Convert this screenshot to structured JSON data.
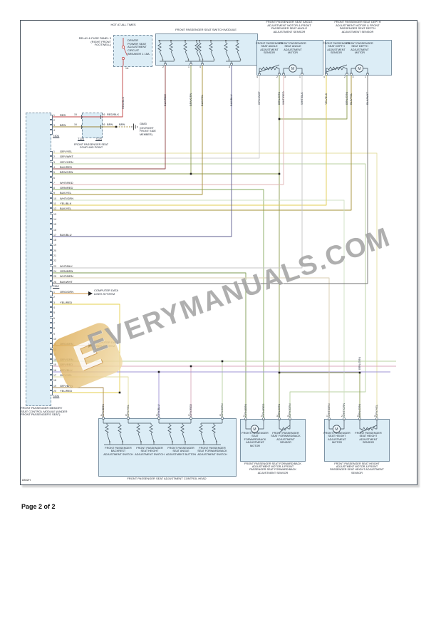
{
  "page": {
    "footer": "Page 2 of 2",
    "diagram_id": "8302H"
  },
  "watermark": {
    "text": "EVERYMANUALS.COM",
    "logo_letter": "E"
  },
  "data_lines": {
    "label": "COMPUTER DATA LINES SYSTEM"
  },
  "symbols": {
    "motor_letter": "M"
  },
  "fuse_panel": {
    "hot_label": "HOT AT ALL TIMES",
    "location_label": "RELAY & FUSE PANEL 3 (RIGHT FRONT FOOTWELL)",
    "breaker_label": "DRIVER POWER SEAT ADJUSTMENT CIRCUIT BREAKER 1 15A",
    "pin": "1A",
    "wire": "RED/BLK"
  },
  "switch_module": {
    "title": "FRONT PASSENGER SEAT SWITCH MODULE",
    "pins": [
      {
        "n": "2",
        "label": "BLK/RED"
      },
      {
        "n": "1",
        "label": "BRN/GRN"
      },
      {
        "n": "4",
        "label": "BLK/YEL"
      },
      {
        "n": "3",
        "label": "BLK/BLU"
      }
    ]
  },
  "angle_unit": {
    "title": "FRONT PASSENGER SEAT ANGLE ADJUSTMENT MOTOR & FRONT PASSENGER SEAT ANGLE ADJUSTMENT SENSOR",
    "sensor_label": "FRONT PASSENGER SEAT ANGLE ADJUSTMENT SENSOR",
    "motor_label": "FRONT PASSENGER SEAT ANGLE ADJUSTMENT MOTOR",
    "pins": [
      {
        "n": "4",
        "label": "GRY/WHT"
      },
      {
        "n": "2",
        "label": "BRN/GRN"
      },
      {
        "n": "3",
        "label": "WHT/RED"
      },
      {
        "n": "1",
        "label": "WHT/BLK"
      }
    ]
  },
  "depth_unit": {
    "title": "FRONT PASSENGER SEAT DEPTH ADJUSTMENT MOTOR & FRONT PASSENGER SEAT DEPTH ADJUSTMENT SENSOR",
    "sensor_label": "FRONT PASSENGER SEAT DEPTH ADJUSTMENT SENSOR",
    "motor_label": "FRONT PASSENGER SEAT DEPTH ADJUSTMENT MOTOR",
    "pins": [
      {
        "n": "4",
        "label": "YEL/BLK"
      },
      {
        "n": "2",
        "label": "BRN/GRN"
      },
      {
        "n": "3",
        "label": "BLK/YEL"
      },
      {
        "n": "1",
        "label": "BLK/WHT"
      }
    ]
  },
  "coupling": {
    "label": "FRONT PASSENGER SEAT COUPLING POINT",
    "left_code": "T12U",
    "right_code": "T12S",
    "rows": [
      {
        "pin_in": "15",
        "pin_out": "16",
        "wire_in": "RED",
        "wire_out": "RED/BLK"
      },
      {
        "pin_in": "16",
        "pin_out": "16",
        "wire_in": "BRN",
        "wire_out": "BRN"
      }
    ],
    "ground": {
      "code": "G883",
      "label": "(ON RIGHT FRONT SIDE MEMBER)",
      "wire": "BRN"
    }
  },
  "memory_module": {
    "label": "FRONT PASSENGER MEMORY SEAT CONTROL MODULE (UNDER FRONT PASSENGER'S SEAT)",
    "conn1": {
      "code": "T40U",
      "pins": [
        {
          "n": "1",
          "label": "RED"
        },
        {
          "n": "2",
          "label": ""
        },
        {
          "n": "3",
          "label": "BRN"
        },
        {
          "n": "4",
          "label": ""
        }
      ]
    },
    "conn2": {
      "code": "T26C",
      "pins": [
        {
          "n": "1",
          "label": "GRY/YEL"
        },
        {
          "n": "2",
          "label": "GRY/WHT"
        },
        {
          "n": "3",
          "label": "GRY/GRN"
        },
        {
          "n": "4",
          "label": "BLK/RED"
        },
        {
          "n": "5",
          "label": "BRN/GRN"
        },
        {
          "n": "6",
          "label": ""
        },
        {
          "n": "7",
          "label": "WHT/RED"
        },
        {
          "n": "8",
          "label": "GRN/RED"
        },
        {
          "n": "9",
          "label": "BLK/YEL"
        },
        {
          "n": "10",
          "label": "WHT/GRN"
        },
        {
          "n": "11",
          "label": "YEL/BLK"
        },
        {
          "n": "12",
          "label": "BLK/YEL"
        },
        {
          "n": "13",
          "label": ""
        },
        {
          "n": "14",
          "label": ""
        },
        {
          "n": "15",
          "label": ""
        },
        {
          "n": "16",
          "label": ""
        },
        {
          "n": "17",
          "label": "BLK/BLU"
        },
        {
          "n": "18",
          "label": ""
        },
        {
          "n": "19",
          "label": ""
        },
        {
          "n": "20",
          "label": ""
        },
        {
          "n": "21",
          "label": ""
        },
        {
          "n": "22",
          "label": ""
        },
        {
          "n": "23",
          "label": "WHT/BLK"
        },
        {
          "n": "24",
          "label": "GRN/BRN"
        },
        {
          "n": "25",
          "label": "WHT/BRN"
        },
        {
          "n": "26",
          "label": "BLK/WHT"
        }
      ]
    },
    "conn3": {
      "code": "T20U",
      "pins": [
        {
          "n": "1",
          "label": "ORG/GRN"
        },
        {
          "n": "2",
          "label": ""
        },
        {
          "n": "3",
          "label": "YEL/RED"
        },
        {
          "n": "4",
          "label": ""
        },
        {
          "n": "5",
          "label": ""
        },
        {
          "n": "6",
          "label": ""
        },
        {
          "n": "7",
          "label": ""
        },
        {
          "n": "8",
          "label": ""
        },
        {
          "n": "9",
          "label": ""
        },
        {
          "n": "10",
          "label": ""
        },
        {
          "n": "11",
          "label": "ORG/BRN"
        },
        {
          "n": "12",
          "label": ""
        },
        {
          "n": "13",
          "label": ""
        },
        {
          "n": "14",
          "label": "GRY/GRN"
        },
        {
          "n": "15",
          "label": "GRY/RED"
        },
        {
          "n": "16",
          "label": "GRY/BLU"
        },
        {
          "n": "17",
          "label": "GRY/YEL"
        },
        {
          "n": "18",
          "label": ""
        },
        {
          "n": "19",
          "label": "GRY/BRN"
        },
        {
          "n": "20",
          "label": "YEL/RED"
        }
      ]
    }
  },
  "control_head": {
    "title": "FRONT PASSENGER SEAT ADJUSTMENT CONTROL HEAD",
    "switches": [
      "FRONT PASSENGER BACKREST ADJUSTMENT SWITCH",
      "FRONT PASSENGER SEAT HEIGHT ADJUSTMENT SWITCH",
      "FRONT PASSENGER SEAT ANGLE ADJUSTMENT BUTTON",
      "FRONT PASSENGER SEAT FORWARD/BACK ADJUSTMENT SWITCH"
    ],
    "pins": [
      {
        "n": "4",
        "label": "GRY/BRN"
      },
      {
        "n": "5",
        "label": "GRY/YEL"
      },
      {
        "n": "2",
        "label": "GRY/BLU"
      },
      {
        "n": "1",
        "label": "GRY/RED"
      },
      {
        "n": "3",
        "label": "GRY/GRN"
      }
    ]
  },
  "fwdback_unit": {
    "title": "FRONT PASSENGER SEAT FORWARD/BACK ADJUSTMENT MOTOR & FRONT PASSENGER SEAT FORWARD/BACK ADJUSTMENT SENSOR",
    "motor_label": "FRONT PASSENGER SEAT FORWARD/BACK ADJUSTMENT MOTOR",
    "sensor_label": "FRONT PASSENGER SEAT FORWARD/BACK ADJUSTMENT SENSOR",
    "pins": [
      {
        "n": "1",
        "label": "GRN/BRN"
      },
      {
        "n": "2",
        "label": "GRN/RED"
      },
      {
        "n": "3",
        "label": "BRN/GRN"
      },
      {
        "n": "4",
        "label": "GRY/GRN"
      }
    ]
  },
  "height_unit": {
    "title": "FRONT PASSENGER SEAT HEIGHT ADJUSTMENT MOTOR & FRONT PASSENGER SEAT HEIGHT ADJUSTMENT SENSOR",
    "motor_label": "FRONT PASSENGER SEAT HEIGHT ADJUSTMENT MOTOR",
    "sensor_label": "FRONT PASSENGER SEAT HEIGHT ADJUSTMENT SENSOR",
    "pins": [
      {
        "n": "1",
        "label": "WHT/BRN"
      },
      {
        "n": "2",
        "label": "WHT/GRN"
      },
      {
        "n": "3",
        "label": "BRN/GRN"
      },
      {
        "n": "4",
        "label": "GRY/YEL"
      }
    ]
  },
  "wire_colors": {
    "RED": "#c04040",
    "RED_BLK": "#c04040",
    "BRN": "#9c8437",
    "BRN_GRN": "#8f9c4f",
    "GRY_YEL": "#e3dda0",
    "GRY_WHT": "#cccccc",
    "GRY_GRN": "#b8d0a0",
    "BLK_RED": "#8f4444",
    "WHT_RED": "#e0b4b4",
    "GRN_RED": "#84a85c",
    "BLK_YEL": "#a39036",
    "WHT_GRN": "#cfe0c4",
    "YEL_BLK": "#e0cc52",
    "BLK_BLU": "#5c5c8f",
    "WHT_BLK": "#c4c4c4",
    "GRN_BRN": "#7e9a50",
    "WHT_BRN": "#d8cdb0",
    "BLK_WHT": "#707070",
    "ORG_GRN": "#d09440",
    "ORG_BRN": "#c08038",
    "YEL_RED": "#e6cf4e",
    "GRY_RED": "#dba8bc",
    "GRY_BLU": "#9f94d6",
    "GRY_BRN": "#a8894e"
  }
}
